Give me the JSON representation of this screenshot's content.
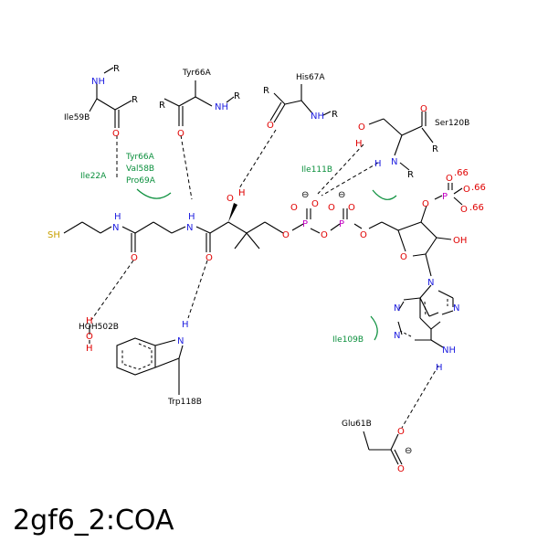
{
  "title": "2gf6_2:COA",
  "atoms": {
    "S": "SH",
    "O": "O",
    "N": "N",
    "H": "H",
    "P": "P",
    "R": "R",
    "NH": "NH",
    "OH": "OH",
    "HO": "HO",
    "minus": "⊖",
    "p66": ".66"
  },
  "residues": {
    "ile59b": "Ile59B",
    "tyr66a_top": "Tyr66A",
    "his67a": "His67A",
    "ser120b": "Ser120B",
    "ile22a": "Ile22A",
    "tyr66a": "Tyr66A",
    "val58b": "Val58B",
    "pro69a": "Pro69A",
    "ile111b": "Ile111B",
    "ile109b": "Ile109B",
    "hoh502b": "HOH502B",
    "trp118b": "Trp118B",
    "glu61b": "Glu61B"
  },
  "colors": {
    "carbon": "#000000",
    "oxygen": "#e00000",
    "nitrogen": "#2020e0",
    "sulfur": "#c8a000",
    "phosphorus": "#c000c0",
    "residue": "#0a8f3c"
  }
}
